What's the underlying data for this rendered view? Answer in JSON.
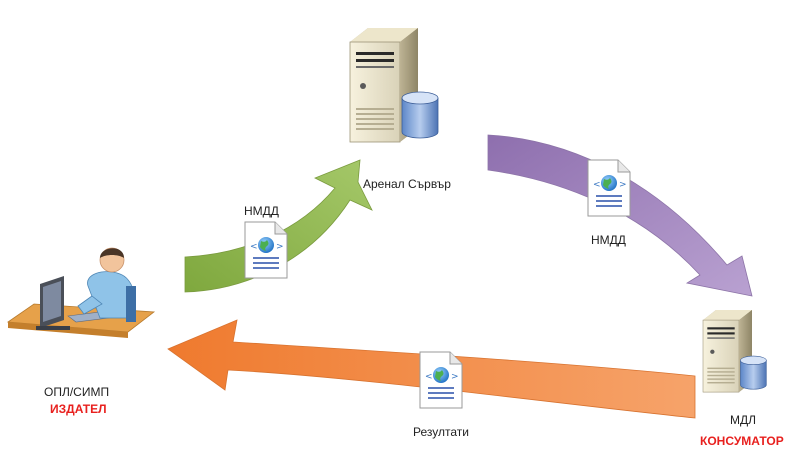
{
  "nodes": {
    "server": {
      "label": "Аренал Сървър"
    },
    "publisher": {
      "label": "ОПЛ/СИМП",
      "role": "ИЗДАТЕЛ"
    },
    "consumer": {
      "label": "МДЛ",
      "role": "КОНСУМАТОР"
    }
  },
  "flows": {
    "publish": {
      "label": "НМДД"
    },
    "deliver": {
      "label": "НМДД"
    },
    "results": {
      "label": "Резултати"
    }
  },
  "icons": {
    "document": "web-document-icon",
    "server": "server-database-icon",
    "user": "user-at-computer-icon"
  },
  "colors": {
    "green_arrow": "#8DB64E",
    "purple_arrow": "#A88DC2",
    "orange_arrow": "#F28B43",
    "role_text": "#E8201E"
  }
}
